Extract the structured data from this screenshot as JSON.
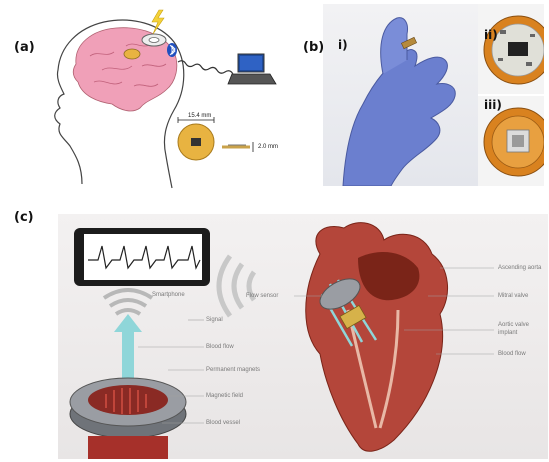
{
  "panel_a": {
    "label": "(a)",
    "diameter": "15.4 mm",
    "thickness": "2.0 mm",
    "colors": {
      "brain": "#f0a0b8",
      "coin": "#e8b341",
      "wire": "#333333"
    },
    "icons": [
      "head-outline-icon",
      "brain-icon",
      "lightning-icon",
      "bluetooth-icon",
      "laptop-icon"
    ]
  },
  "panel_b": {
    "label": "(b)",
    "sub_i": "i)",
    "sub_ii": "ii)",
    "sub_iii": "iii)",
    "colors": {
      "glove": "#6b7fcf",
      "pcb": "#d9821f"
    }
  },
  "panel_c": {
    "label": "(c)",
    "labels": {
      "smartphone": "Smartphone",
      "signal": "Signal",
      "blood_flow_left": "Blood flow",
      "permanent_magnets": "Permanent magnets",
      "magnetic_field": "Magnetic field",
      "blood_vessel": "Blood vessel",
      "flow_sensor": "Flow sensor",
      "ascending_aorta": "Ascending aorta",
      "mitral_valve": "Mitral valve",
      "aortic_valve_implant": "Aortic valve\nimplant",
      "blood_flow_right": "Blood flow"
    },
    "colors": {
      "heart": "#b4463a",
      "arrow": "#8fd6d9",
      "ring": "#8a8d93"
    }
  }
}
